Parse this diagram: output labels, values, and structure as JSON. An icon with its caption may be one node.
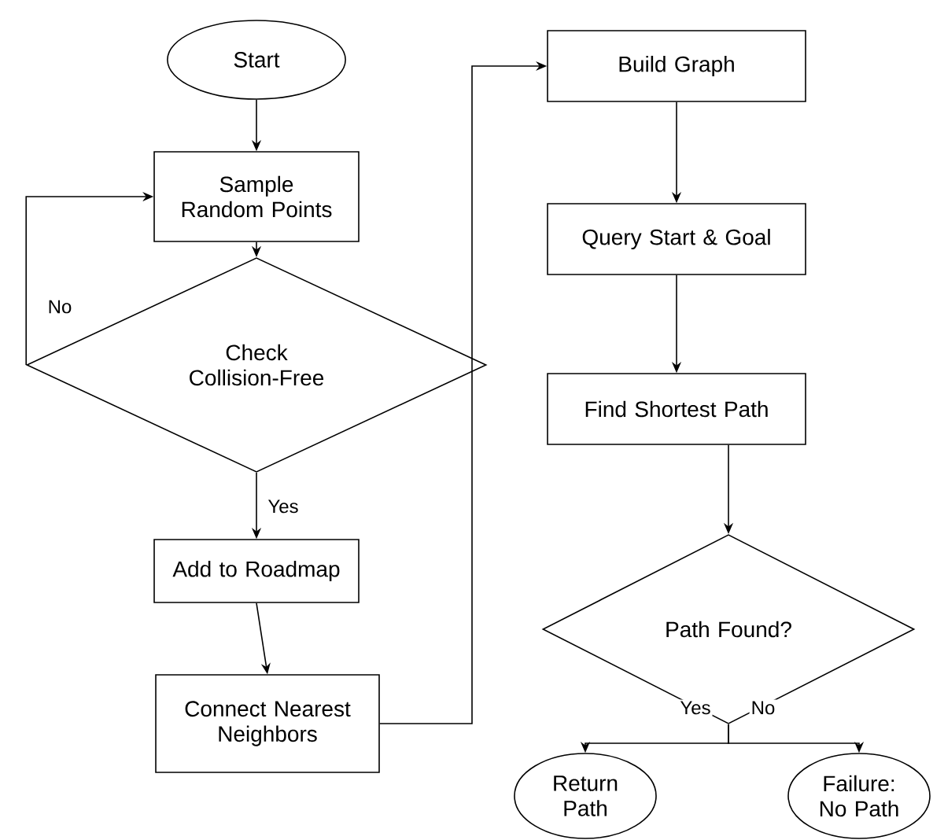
{
  "diagram": {
    "nodes": [
      {
        "text": [
          "Start"
        ]
      },
      {
        "text": [
          "Sample Random Points"
        ]
      },
      {
        "text": [
          "Check Collision-Free"
        ]
      },
      {
        "text": [
          "Add to Roadmap"
        ]
      },
      {
        "text": [
          "Connect Nearest Neighbors"
        ]
      },
      {
        "text": [
          "Build Graph"
        ]
      },
      {
        "text": [
          "Query Start & Goal"
        ]
      },
      {
        "text": [
          "Find Shortest Path"
        ]
      },
      {
        "text": [
          "Path Found?"
        ]
      },
      {
        "text": [
          "Return Path"
        ]
      },
      {
        "text": [
          "Failure: No Path"
        ]
      }
    ],
    "edges": [
      {
        "from": 0,
        "to": 1,
        "arrow": "to"
      },
      {
        "from": 1,
        "to": 2,
        "arrow": "to"
      },
      {
        "from": 2,
        "to": 1,
        "arrow": "to",
        "label": "No"
      },
      {
        "from": 2,
        "to": 3,
        "arrow": "to",
        "label": "Yes"
      },
      {
        "from": 3,
        "to": 4,
        "arrow": "to"
      },
      {
        "from": 4,
        "to": 5,
        "arrow": "to"
      },
      {
        "from": 5,
        "to": 6,
        "arrow": "to"
      },
      {
        "from": 6,
        "to": 7,
        "arrow": "to"
      },
      {
        "from": 7,
        "to": 8,
        "arrow": "to"
      },
      {
        "from": 8,
        "to": 9,
        "arrow": "to",
        "label": "Yes"
      },
      {
        "from": 8,
        "to": 10,
        "arrow": "to",
        "label": "No"
      }
    ]
  }
}
